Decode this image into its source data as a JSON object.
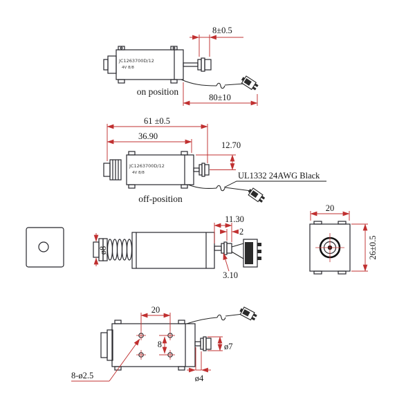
{
  "drawing": {
    "title": "solenoid engineering drawing",
    "colors": {
      "outline": "#26262b",
      "dimension": "#c03030",
      "text": "#141414",
      "background": "#ffffff"
    },
    "views": {
      "on_position": {
        "label": "on position",
        "part_line1": "JC1263700D/12",
        "part_line2": "4V 8/8",
        "dim_stroke": "8±0.5",
        "dim_wire": "80±10"
      },
      "off_position": {
        "label": "off-position",
        "part_line1": "JC1263700D/12",
        "part_line2": "4V 8/8",
        "dim_overall": "61 ±0.5",
        "dim_body": "36.90",
        "dim_height": "12.70",
        "wire_spec": "UL1332 24AWG Black"
      },
      "side": {
        "dim_plunger_dia": "ø8",
        "dim_tip_len": "11.30",
        "dim_groove": "2",
        "dim_rod": "3.10"
      },
      "end": {
        "dim_width": "20",
        "dim_height": "26±0.5"
      },
      "bottom": {
        "dim_hole_span": "20",
        "dim_hole_pitch": "8",
        "holes_note": "8-ø2.5",
        "dim_rod_dia": "ø4",
        "dim_tip_dia": "ø7"
      }
    }
  }
}
